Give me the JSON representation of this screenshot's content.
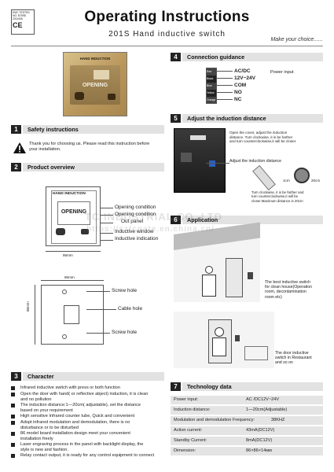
{
  "header": {
    "emc_lines": [
      "EMC TESTED",
      "NO. B7598",
      "2011/6/6"
    ],
    "ce_mark": "CE",
    "title": "Operating Instructions",
    "subtitle": "201S  Hand inductive switch",
    "tagline": "Make your choice......"
  },
  "panel_photo": {
    "label": "HAND INDUCTION",
    "display": "OPENING"
  },
  "sections": {
    "s1": {
      "num": "1",
      "title": "Safety instructions"
    },
    "s2": {
      "num": "2",
      "title": "Product overview"
    },
    "s3": {
      "num": "3",
      "title": "Character"
    },
    "s4": {
      "num": "4",
      "title": "Connection guidance"
    },
    "s5": {
      "num": "5",
      "title": "Adjust the induction distance"
    },
    "s6": {
      "num": "6",
      "title": "Application"
    },
    "s7": {
      "num": "7",
      "title": "Technology data"
    }
  },
  "safety": {
    "line1": "Thank you for choosing us. Please read this instruction before",
    "line2": "your installation."
  },
  "overview": {
    "front_label": "HAND INDUCTION",
    "front_display": "OPENING",
    "callouts": [
      "Opening condition",
      "Opening condition",
      "Out panel",
      "Inductive window",
      "Inductive indication"
    ],
    "dim_front": "86mm",
    "dim_back_w": "86mm",
    "dim_back_h": "86mm",
    "back_callouts": [
      "Screw hole",
      "Cable hole",
      "Screw hole"
    ]
  },
  "character": {
    "items": [
      [
        "Infrared inductive switch with press or both function"
      ],
      [
        "Open the door with hand( or reflective abject) induction, it is clean",
        "and no pollution"
      ],
      [
        "The induction distance:1—20cm( adjustable), set the distance",
        "based on your requirement"
      ],
      [
        "High sensitive Infrared counter tube, Quick and convenient"
      ],
      [
        "Adopt infrared modulation and demodulation, there is no",
        "disturbance or to be disturbed"
      ],
      [
        "86 model board installation design meet your convenient",
        "installation freely"
      ],
      [
        "Laser engraving process in the panel with backlight display, the",
        "style is new and fashion."
      ],
      [
        "Relay contact output, it is ready for any control equipment to connect"
      ]
    ]
  },
  "connection": {
    "terminals": [
      "Red",
      "Black",
      "Blue",
      "Yellow",
      "Orange"
    ],
    "labels": [
      "AC/DC",
      "12V~24V",
      "COM",
      "NO",
      "NC"
    ],
    "power_input": "Power input"
  },
  "adjust": {
    "text_top": [
      "Open the cover, adjust the induction",
      "distance. Turn clockwise, it is be farther",
      "and turn counterclockwise,it will be closer."
    ],
    "knob_callout": "Adjust the induction distance",
    "knob_min": "1cm",
    "knob_max": "20cm",
    "text_bottom": [
      "Turn clockwise, it is be farther and",
      "turn counterclockwise,it will be",
      "closer.Maximum distance is 20cm"
    ]
  },
  "application": {
    "case1": [
      "The best inductive switch",
      "for clean house(Operation",
      "room, decontamination",
      "room etc)"
    ],
    "case2": [
      "The door inductive",
      "switch in Restaurant",
      "and so on"
    ]
  },
  "tech": {
    "rows": [
      {
        "k": "Power input:",
        "v": "AC /DC12V~24V"
      },
      {
        "k": "Induction distance:",
        "v": "1—20cm(Adjustable)"
      },
      {
        "k": "Modulation and demodulation Frequency:",
        "v": "38KHZ"
      },
      {
        "k": "Action current:",
        "v": "43mA(DC12V)"
      },
      {
        "k": "Standby Current:",
        "v": "8mA(DC12V)"
      },
      {
        "k": "Dimension:",
        "v": "86×86×14мм"
      }
    ]
  },
  "watermark": {
    "line1": "TC INDUSTRIAL CO.,LTD",
    "line2": "https://sztcgate.en.china.cn/"
  }
}
